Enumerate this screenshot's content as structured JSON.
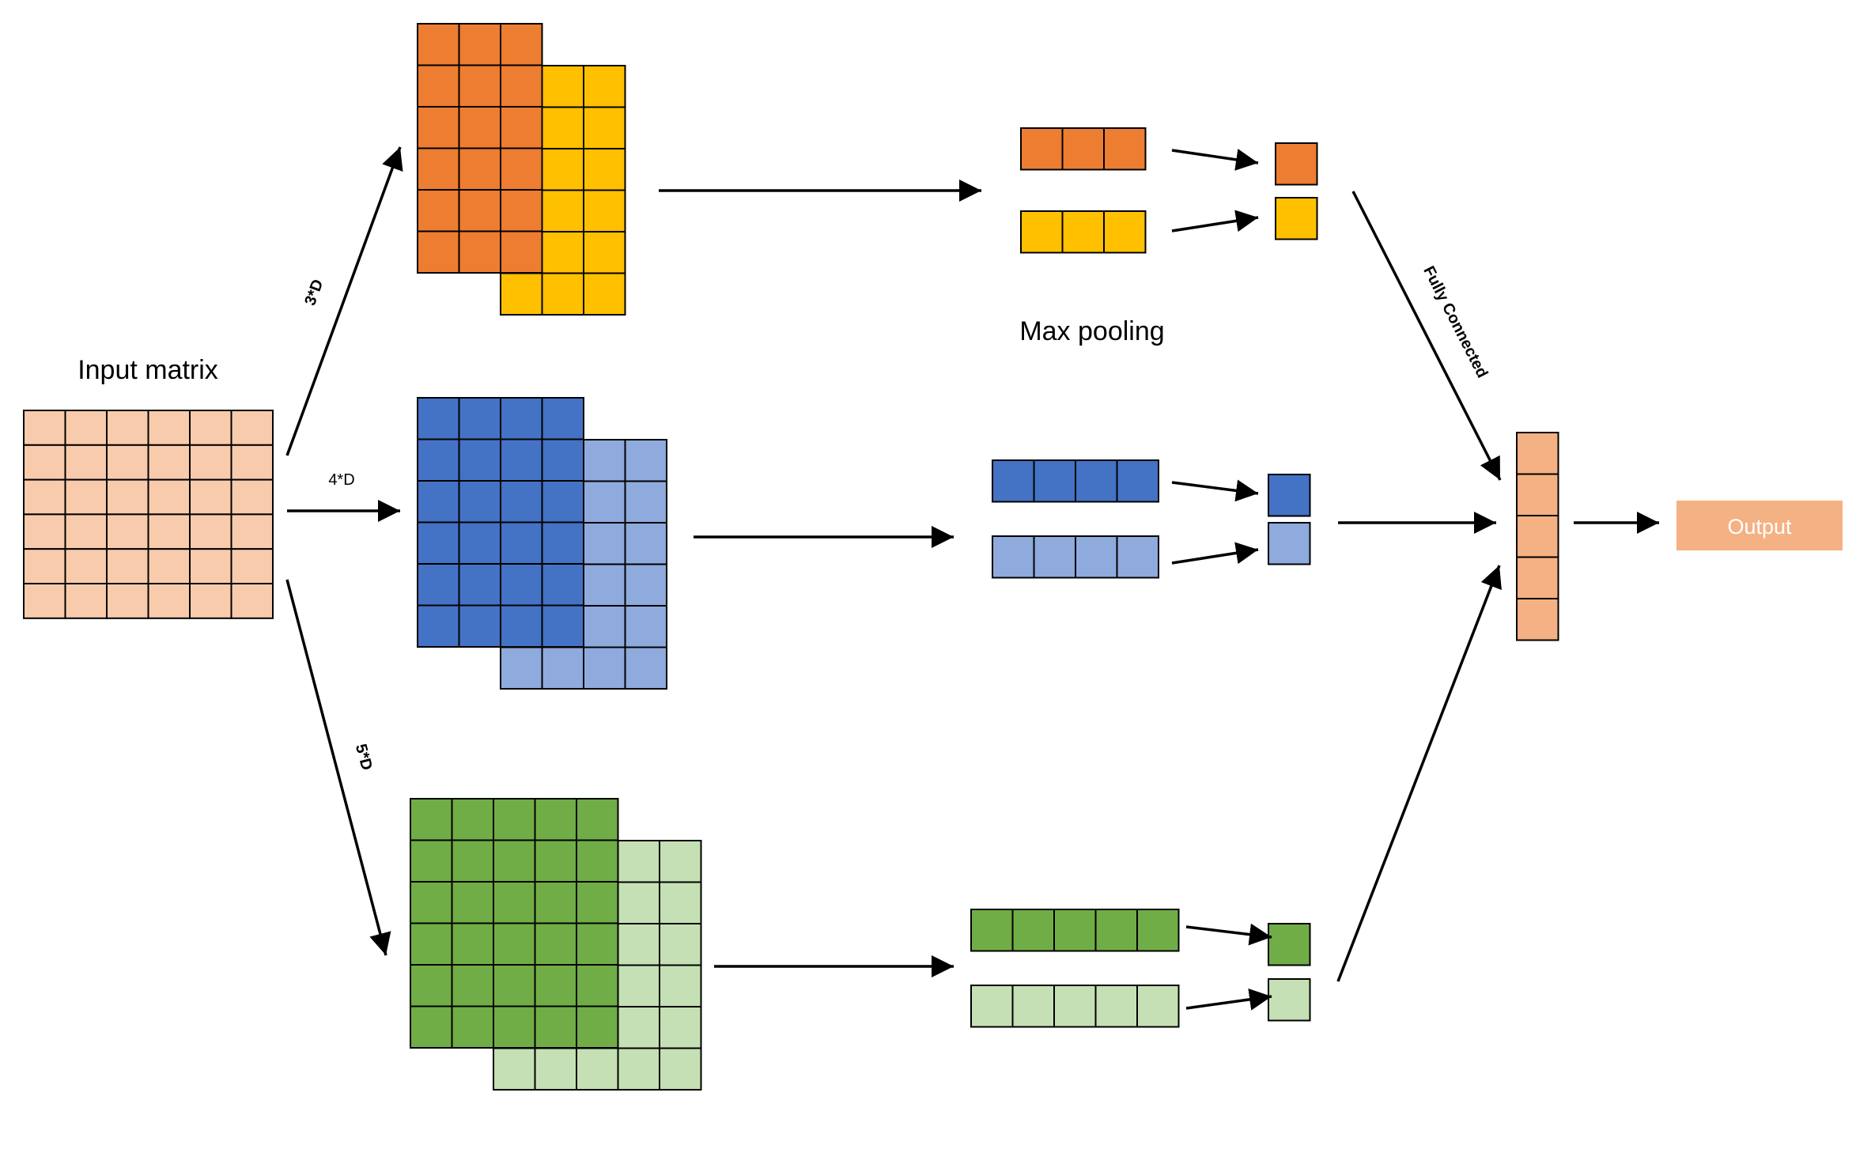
{
  "labels": {
    "input_matrix": "Input matrix",
    "k3": "3*D",
    "k4": "4*D",
    "k5": "5*D",
    "max_pooling": "Max pooling",
    "fully_connected": "Fully Connected",
    "output": "Output"
  },
  "colors": {
    "input": "#F8CBAD",
    "fc": "#F4B183",
    "output": "#F4B183",
    "k3_dark": "#ED7D31",
    "k3_light": "#FFC000",
    "k4_dark": "#4472C4",
    "k4_light": "#8FAADC",
    "k5_dark": "#70AD47",
    "k5_light": "#C5E0B4"
  },
  "structure": {
    "input_matrix": {
      "rows": 6,
      "cols": 6
    },
    "branches": [
      {
        "id": "k3",
        "kernel_size": 3,
        "feature_map_cells": 6,
        "maps": 2
      },
      {
        "id": "k4",
        "kernel_size": 4,
        "feature_map_cells": 6,
        "maps": 2
      },
      {
        "id": "k5",
        "kernel_size": 5,
        "feature_map_cells": 6,
        "maps": 2
      }
    ],
    "fully_connected_cells": 5
  }
}
